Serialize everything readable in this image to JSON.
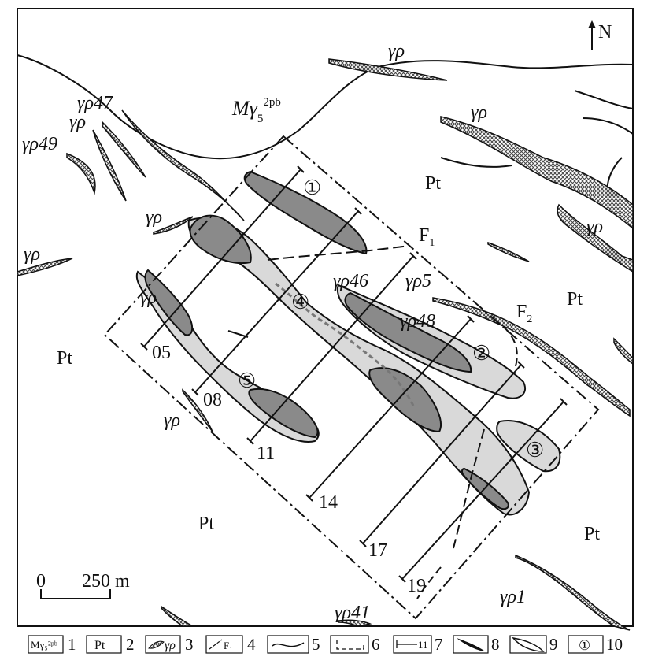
{
  "north": {
    "arrow_glyph": "↑",
    "label": "N"
  },
  "units": {
    "parent": {
      "base": "Mγ",
      "sub": "5",
      "sup": "2pb"
    },
    "pt": "Pt"
  },
  "dikes": {
    "gp": "γρ",
    "gp47": "γρ47",
    "gp49": "γρ49",
    "gp46": "γρ46",
    "gp5": "γρ5",
    "gp48": "γρ48",
    "gp41": "γρ41",
    "gp1": "γρ1"
  },
  "faults": {
    "f1": {
      "base": "F",
      "sub": "1"
    },
    "f2": {
      "base": "F",
      "sub": "2"
    }
  },
  "orebodies": [
    "①",
    "②",
    "③",
    "④",
    "⑤"
  ],
  "exploration_lines": [
    "05",
    "08",
    "11",
    "14",
    "17",
    "19"
  ],
  "scale_bar": {
    "zero": "0",
    "length": "250 m"
  },
  "legend": {
    "items": [
      {
        "num": "1",
        "symbol": "Mγ₅²ᵖᵇ"
      },
      {
        "num": "2",
        "symbol": "Pt"
      },
      {
        "num": "3",
        "symbol": "γρ"
      },
      {
        "num": "4",
        "symbol": "F₁"
      },
      {
        "num": "5",
        "symbol": ""
      },
      {
        "num": "6",
        "symbol": ""
      },
      {
        "num": "7",
        "symbol": "11"
      },
      {
        "num": "8",
        "symbol": ""
      },
      {
        "num": "9",
        "symbol": ""
      },
      {
        "num": "10",
        "symbol": "①"
      }
    ]
  },
  "colors": {
    "ink": "#111111",
    "rich_ore": "#8a8a8a",
    "lean_ore": "#d9d9d9",
    "dike_hatch": "#555555"
  }
}
